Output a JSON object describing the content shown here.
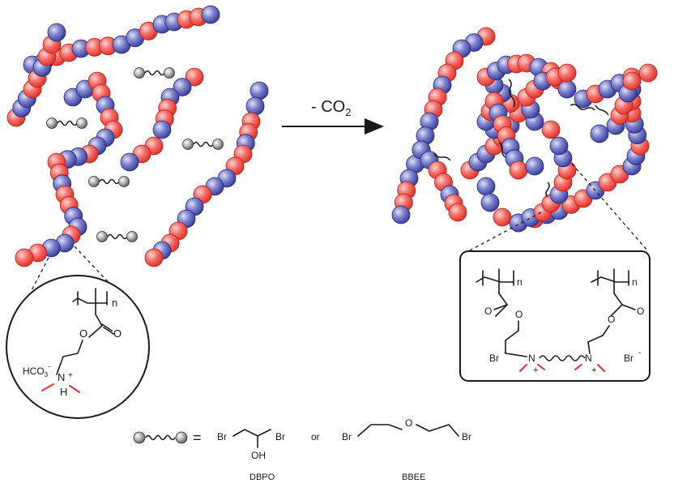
{
  "colors": {
    "red_bead": "#f05a56",
    "blue_bead": "#4a4fb4",
    "crosslinker_bead": "#9a9a9a"
  },
  "arrow": {
    "label_prefix": "- CO",
    "label_sub": "2"
  },
  "left_circle": {
    "n_label": "n",
    "carbonyl_o": "O",
    "ester_o": "O",
    "nitrogen": "N",
    "plus": "+",
    "hydrogen": "H",
    "counterion": "HCO",
    "counterion_sub": "3",
    "counterion_charge": "-"
  },
  "right_box": {
    "n_left": "n",
    "n_right": "n",
    "o_left_carbonyl": "O",
    "o_left_ester": "O",
    "o_right_carbonyl": "O",
    "o_right_ester": "O",
    "n_left_atom": "N",
    "n_right_atom": "N",
    "plus_left": "+",
    "plus_right": "+",
    "br_left": "Br",
    "br_right": "Br",
    "minus_left": "-",
    "minus_right": "-"
  },
  "legend": {
    "equals": "=",
    "dbpo_br1": "Br",
    "dbpo_br2": "Br",
    "dbpo_oh": "OH",
    "or": "or",
    "bbee_br1": "Br",
    "bbee_o": "O",
    "bbee_br2": "Br",
    "dbpo_name": "DBPO",
    "bbee_name": "BBEE"
  }
}
